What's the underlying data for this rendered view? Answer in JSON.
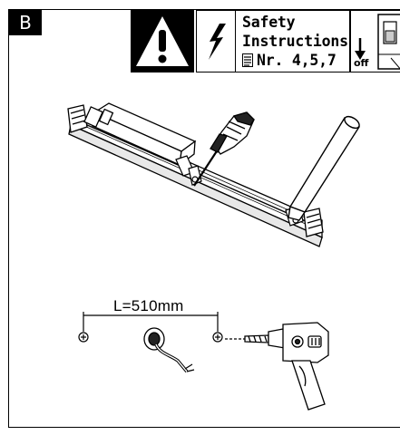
{
  "panel": {
    "label": "B"
  },
  "safety": {
    "line1": "Safety",
    "line2": "Instructions",
    "ref": "Nr. 4,5,7"
  },
  "switch": {
    "state_label": "off"
  },
  "measurement": {
    "label": "L=510mm"
  },
  "icons": [
    "warning-triangle-icon",
    "high-voltage-icon",
    "document-icon",
    "down-arrow-icon",
    "circuit-breaker-icon",
    "screwdriver-icon",
    "drill-icon",
    "screw-icon",
    "cable-icon"
  ]
}
